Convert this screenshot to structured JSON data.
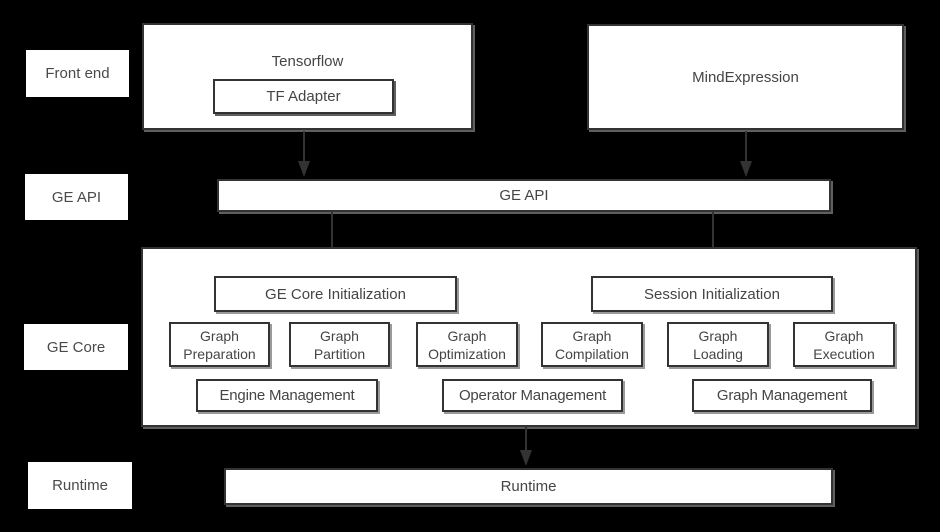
{
  "labels": {
    "front_end": "Front end",
    "ge_api": "GE API",
    "ge_core": "GE Core",
    "runtime": "Runtime"
  },
  "front_end": {
    "tensorflow": "Tensorflow",
    "tf_adapter": "TF Adapter",
    "mind_expression": "MindExpression"
  },
  "ge_api": {
    "title": "GE API"
  },
  "ge_core": {
    "ge_core_initialization": "GE Core Initialization",
    "session_initialization": "Session Initialization",
    "modules": [
      "Graph Preparation",
      "Graph Partition",
      "Graph Optimization",
      "Graph Compilation",
      "Graph Loading",
      "Graph Execution"
    ],
    "management": [
      "Engine Management",
      "Operator Management",
      "Graph Management"
    ]
  },
  "runtime": {
    "title": "Runtime"
  },
  "colors": {
    "background": "#000000",
    "box_fill": "#ffffff",
    "box_border": "#333333",
    "text": "#454545",
    "arrow": "#333333"
  }
}
